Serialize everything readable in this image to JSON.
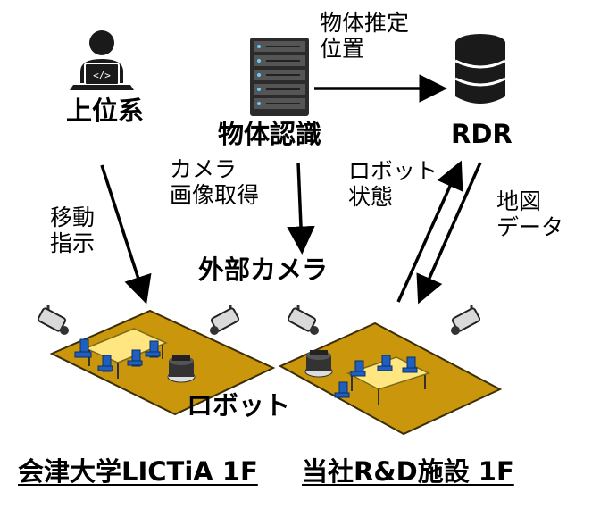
{
  "nodes": {
    "upper_system": "上位系",
    "object_recognition": "物体認識",
    "rdr": "RDR",
    "external_camera": "外部カメラ",
    "robot": "ロボット"
  },
  "edges": {
    "move_instruction": "移動\n指示",
    "camera_image": "カメラ\n画像取得",
    "object_position": "物体推定\n位置",
    "robot_state": "ロボット\n状態",
    "map_data": "地図\nデータ"
  },
  "sites": {
    "left": "会津大学LICTiA 1F",
    "right": "当社R&D施設 1F"
  },
  "colors": {
    "floor": "#c9960c",
    "floor_edge": "#3b2e06",
    "table_top": "#ffe680",
    "chair": "#1f5fbf",
    "icon_dark": "#1a1a1a",
    "camera_gray": "#d9d9d9"
  }
}
